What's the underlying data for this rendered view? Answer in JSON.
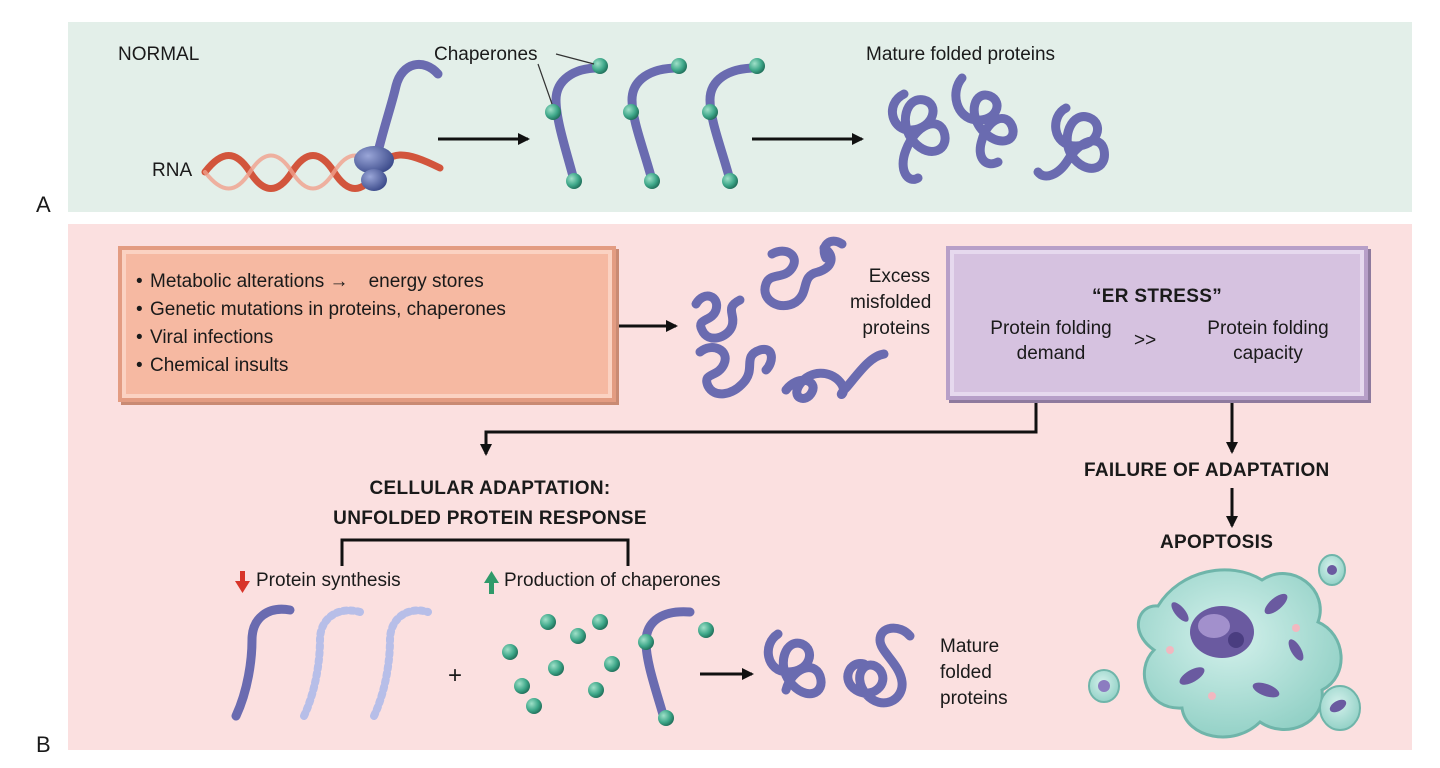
{
  "panel_a": {
    "letter": "A",
    "normal_label": "NORMAL",
    "rna_label": "RNA",
    "chaperones_label": "Chaperones",
    "mature_label": "Mature folded proteins"
  },
  "panel_b": {
    "letter": "B",
    "causes": [
      {
        "pre": "Metabolic alterations",
        "arrow": "→",
        "down": "↓",
        "post": "energy stores"
      },
      {
        "text": "Genetic mutations in proteins, chaperones"
      },
      {
        "text": "Viral infections"
      },
      {
        "text": "Chemical insults"
      }
    ],
    "excess_label": [
      "Excess",
      "misfolded",
      "proteins"
    ],
    "er_stress": {
      "title": "“ER STRESS”",
      "demand": [
        "Protein folding",
        "demand"
      ],
      "relation": ">>",
      "capacity": [
        "Protein folding",
        "capacity"
      ]
    },
    "adaptation_title": [
      "CELLULAR ADAPTATION:",
      "UNFOLDED PROTEIN RESPONSE"
    ],
    "protein_synthesis": {
      "arrow": "↓",
      "text": "Protein synthesis"
    },
    "chaperone_production": {
      "arrow": "↑",
      "text": "Production of chaperones"
    },
    "plus": "+",
    "mature_label": [
      "Mature",
      "folded",
      "proteins"
    ],
    "failure_label": "FAILURE OF ADAPTATION",
    "apoptosis_label": "APOPTOSIS"
  },
  "colors": {
    "panel_a_bg": "#e3efe9",
    "panel_b_bg": "#fbe0e0",
    "protein": "#6a6bb0",
    "chaperone": "#3fa88a",
    "rna": "#d2553c",
    "down_arrow": "#d8352a",
    "up_arrow": "#2f9a6a",
    "cause_box": "#f6b9a2",
    "er_box": "#d6c2e0",
    "cell": "#a9dfd6"
  }
}
